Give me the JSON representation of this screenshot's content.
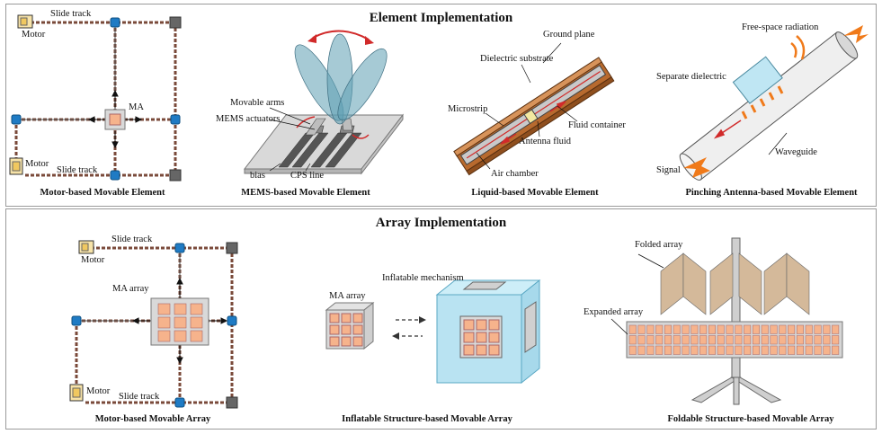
{
  "sections": {
    "element_title": "Element Implementation",
    "array_title": "Array Implementation"
  },
  "element": {
    "motor": {
      "caption": "Motor-based Movable Element",
      "slide_track_top": "Slide track",
      "slide_track_bottom": "Slide track",
      "motor_top": "Motor",
      "motor_bottom": "Motor",
      "ma": "MA"
    },
    "mems": {
      "caption": "MEMS-based Movable Element",
      "movable_arms": "Movable arms",
      "mems_actuators": "MEMS actuators",
      "bias": "bias",
      "cps_line": "CPS line"
    },
    "liquid": {
      "caption": "Liquid-based Movable Element",
      "ground_plane": "Ground plane",
      "dielectric_substrate": "Dielectric substrate",
      "microstrip": "Microstrip",
      "fluid_container": "Fluid container",
      "antenna_fluid": "Antenna fluid",
      "air_chamber": "Air chamber"
    },
    "pinching": {
      "caption": "Pinching Antenna-based Movable Element",
      "free_space_radiation": "Free-space radiation",
      "separate_dielectric": "Separate dielectric",
      "waveguide": "Waveguide",
      "signal": "Signal"
    }
  },
  "array": {
    "motor": {
      "caption": "Motor-based Movable Array",
      "slide_track_top": "Slide track",
      "slide_track_bottom": "Slide track",
      "motor_top": "Motor",
      "motor_bottom": "Motor",
      "ma_array": "MA array"
    },
    "inflatable": {
      "caption": "Inflatable Structure-based Movable Array",
      "ma_array": "MA array",
      "inflatable_mechanism": "Inflatable mechanism"
    },
    "foldable": {
      "caption": "Foldable Structure-based Movable Array",
      "folded_array": "Folded array",
      "expanded_array": "Expanded array"
    }
  },
  "colors": {
    "track": "#7a4a3a",
    "node_blue": "#1f7bc4",
    "node_gray": "#666666",
    "element": "#f6b38c",
    "liquid_body": "#b86a2e",
    "fluid_blue": "#8fd0e6",
    "beam": "#5d9fb2",
    "signal": "#f07a1a",
    "inflatable": "#b9e3f2"
  }
}
